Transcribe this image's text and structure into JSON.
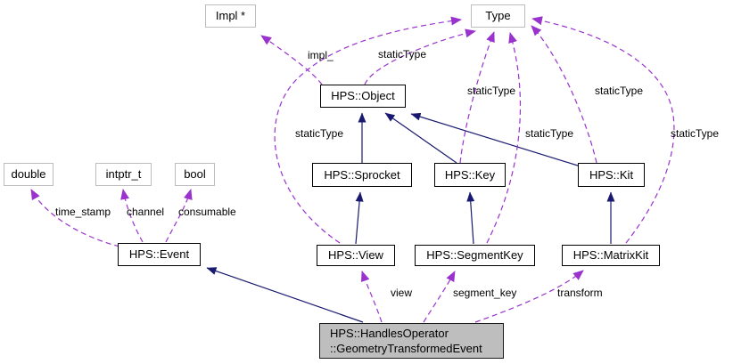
{
  "diagram_type": "doxygen-collaboration-graph",
  "colors": {
    "inheritance_edge": "#191970",
    "usage_edge": "#9a32cd",
    "node_border": "#000000",
    "external_node_border": "#bdbdbd",
    "main_node_fill": "#bebebe",
    "background": "#ffffff",
    "text": "#000000"
  },
  "nodes": {
    "impl": {
      "label": "Impl *"
    },
    "type": {
      "label": "Type"
    },
    "object": {
      "label": "HPS::Object"
    },
    "double": {
      "label": "double"
    },
    "intptr_t": {
      "label": "intptr_t"
    },
    "bool": {
      "label": "bool"
    },
    "sprocket": {
      "label": "HPS::Sprocket"
    },
    "key": {
      "label": "HPS::Key"
    },
    "kit": {
      "label": "HPS::Kit"
    },
    "event": {
      "label": "HPS::Event"
    },
    "view": {
      "label": "HPS::View"
    },
    "segment_key": {
      "label": "HPS::SegmentKey"
    },
    "matrix_kit": {
      "label": "HPS::MatrixKit"
    },
    "main": {
      "line1": "HPS::HandlesOperator",
      "line2": "::GeometryTransformedEvent"
    }
  },
  "edges": [
    {
      "from": "HPS::Sprocket",
      "to": "HPS::Object",
      "kind": "inheritance",
      "label": ""
    },
    {
      "from": "HPS::Key",
      "to": "HPS::Object",
      "kind": "inheritance",
      "label": ""
    },
    {
      "from": "HPS::Kit",
      "to": "HPS::Object",
      "kind": "inheritance",
      "label": ""
    },
    {
      "from": "HPS::View",
      "to": "HPS::Sprocket",
      "kind": "inheritance",
      "label": ""
    },
    {
      "from": "HPS::SegmentKey",
      "to": "HPS::Key",
      "kind": "inheritance",
      "label": ""
    },
    {
      "from": "HPS::MatrixKit",
      "to": "HPS::Kit",
      "kind": "inheritance",
      "label": ""
    },
    {
      "from": "HPS::HandlesOperator::GeometryTransformedEvent",
      "to": "HPS::Event",
      "kind": "inheritance",
      "label": ""
    },
    {
      "from": "HPS::Object",
      "to": "Impl *",
      "kind": "usage",
      "label": "impl_"
    },
    {
      "from": "HPS::Object",
      "to": "Type",
      "kind": "usage",
      "label": "staticType"
    },
    {
      "from": "HPS::Key",
      "to": "Type",
      "kind": "usage",
      "label": "staticType"
    },
    {
      "from": "HPS::Kit",
      "to": "Type",
      "kind": "usage",
      "label": "staticType"
    },
    {
      "from": "HPS::View",
      "to": "Type",
      "kind": "usage",
      "label": "staticType"
    },
    {
      "from": "HPS::SegmentKey",
      "to": "Type",
      "kind": "usage",
      "label": "staticType"
    },
    {
      "from": "HPS::MatrixKit",
      "to": "Type",
      "kind": "usage",
      "label": "staticType"
    },
    {
      "from": "HPS::Event",
      "to": "double",
      "kind": "usage",
      "label": "time_stamp"
    },
    {
      "from": "HPS::Event",
      "to": "intptr_t",
      "kind": "usage",
      "label": "channel"
    },
    {
      "from": "HPS::Event",
      "to": "bool",
      "kind": "usage",
      "label": "consumable"
    },
    {
      "from": "HPS::HandlesOperator::GeometryTransformedEvent",
      "to": "HPS::View",
      "kind": "usage",
      "label": "view"
    },
    {
      "from": "HPS::HandlesOperator::GeometryTransformedEvent",
      "to": "HPS::SegmentKey",
      "kind": "usage",
      "label": "segment_key"
    },
    {
      "from": "HPS::HandlesOperator::GeometryTransformedEvent",
      "to": "HPS::MatrixKit",
      "kind": "usage",
      "label": "transform"
    }
  ]
}
